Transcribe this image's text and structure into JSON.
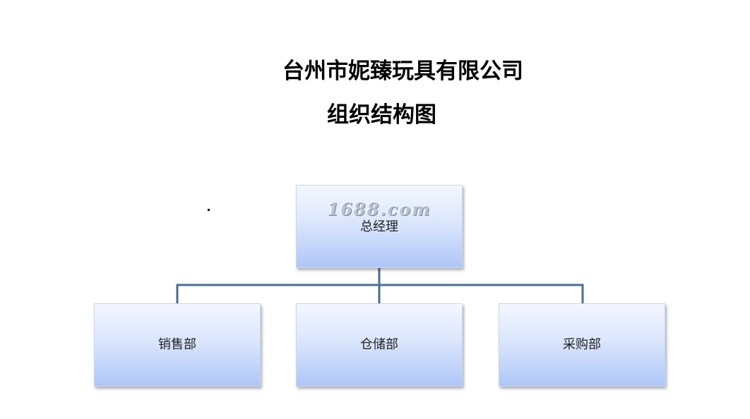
{
  "diagram": {
    "title": "台州市妮臻玩具有限公司",
    "subtitle": "组织结构图",
    "root": {
      "label": "总经理",
      "watermark": "1688.com"
    },
    "departments": [
      {
        "label": "销售部"
      },
      {
        "label": "仓储部"
      },
      {
        "label": "采购部"
      }
    ],
    "colors": {
      "box_top": "#f4f7ff",
      "box_bottom": "#aec6f7",
      "connector": "#4a6e94",
      "text": "#222222"
    }
  }
}
